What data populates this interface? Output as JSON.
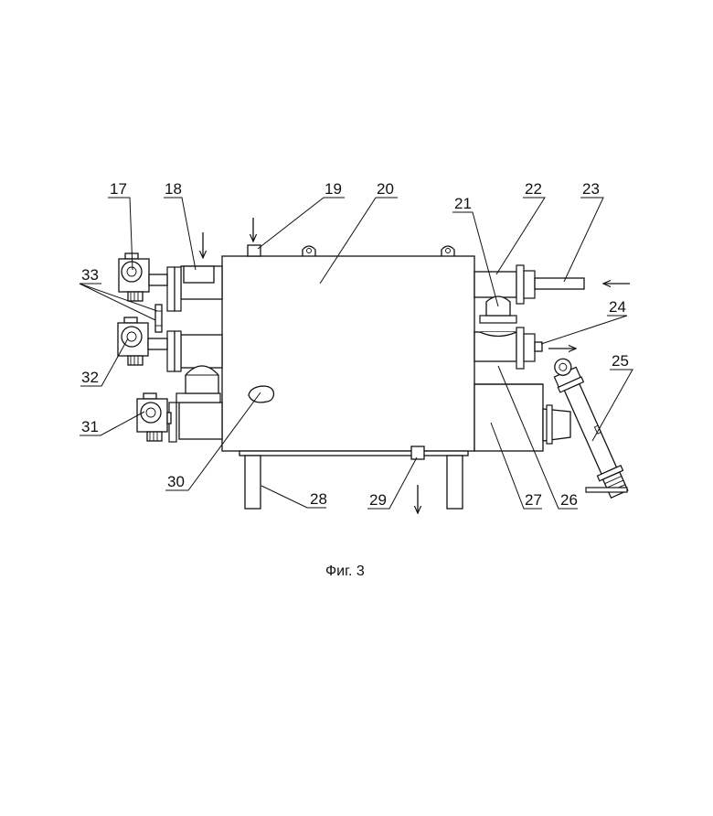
{
  "figure": {
    "caption": "Фиг. 3",
    "callouts": [
      {
        "id": "17",
        "label": "17"
      },
      {
        "id": "18",
        "label": "18"
      },
      {
        "id": "19",
        "label": "19"
      },
      {
        "id": "20",
        "label": "20"
      },
      {
        "id": "21",
        "label": "21"
      },
      {
        "id": "22",
        "label": "22"
      },
      {
        "id": "23",
        "label": "23"
      },
      {
        "id": "24",
        "label": "24"
      },
      {
        "id": "25",
        "label": "25"
      },
      {
        "id": "26",
        "label": "26"
      },
      {
        "id": "27",
        "label": "27"
      },
      {
        "id": "28",
        "label": "28"
      },
      {
        "id": "29",
        "label": "29"
      },
      {
        "id": "30",
        "label": "30"
      },
      {
        "id": "31",
        "label": "31"
      },
      {
        "id": "32",
        "label": "32"
      },
      {
        "id": "33",
        "label": "33"
      }
    ]
  },
  "colors": {
    "ink": "#111111",
    "paper": "#ffffff"
  }
}
